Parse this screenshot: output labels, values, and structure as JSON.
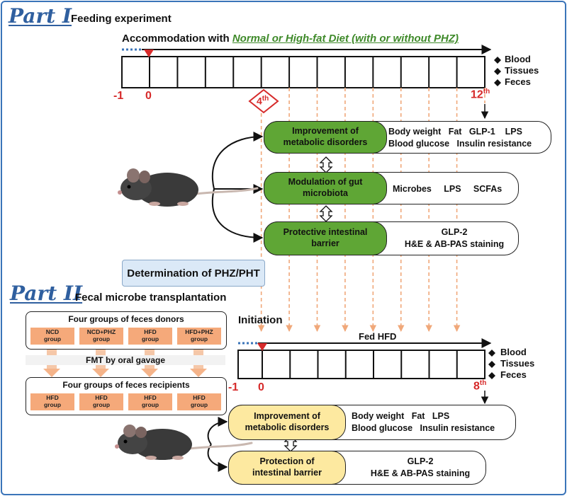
{
  "part1": {
    "label": "Part I",
    "title": "Feeding experiment",
    "accommodation_prefix": "Accommodation with ",
    "accommodation_diet": "Normal or High-fat Diet (with or without PHZ)",
    "tick_minus1": "-1",
    "tick_0": "0",
    "tick_4": "4",
    "tick_4_sup": "th",
    "tick_12": "12",
    "tick_12_sup": "th",
    "samples": [
      "Blood",
      "Tissues",
      "Feces"
    ],
    "rows": [
      {
        "label": "Improvement of\nmetabolic disorders",
        "desc": "Body weight   Fat   GLP-1    LPS\nBlood glucose   Insulin resistance"
      },
      {
        "label": "Modulation of gut\nmicrobiota",
        "desc": "Microbes     LPS     SCFAs"
      },
      {
        "label": "Protective intestinal\nbarrier",
        "desc": "GLP-2\nH&E & AB-PAS staining"
      }
    ],
    "determination": "Determination of PHZ/PHT"
  },
  "part2": {
    "label": "Part II",
    "title": "Fecal microbe transplantation",
    "initiation": "Initiation",
    "fed": "Fed HFD",
    "tick_minus1": "-1",
    "tick_0": "0",
    "tick_8": "8",
    "tick_8_sup": "th",
    "samples": [
      "Blood",
      "Tissues",
      "Feces"
    ],
    "donors_title": "Four groups of feces donors",
    "donor_groups": [
      "NCD\ngroup",
      "NCD+PHZ\ngroup",
      "HFD\ngroup",
      "HFD+PHZ\ngroup"
    ],
    "fmt": "FMT by oral gavage",
    "recipients_title": "Four groups of feces recipients",
    "recipient_groups": [
      "HFD\ngroup",
      "HFD\ngroup",
      "HFD\ngroup",
      "HFD\ngroup"
    ],
    "rows": [
      {
        "label": "Improvement of\nmetabolic disorders",
        "desc": "Body weight   Fat   LPS\nBlood glucose   Insulin resistance"
      },
      {
        "label": "Protection of\nintestinal barrier",
        "desc": "GLP-2\nH&E & AB-PAS staining"
      }
    ]
  },
  "colors": {
    "frame": "#3a74b9",
    "part_title": "#2f5f9f",
    "diet_green": "#3f8a2a",
    "red": "#d62a2a",
    "green_box": "#5fa635",
    "yellow_box": "#fde9a0",
    "orange": "#f5a97a",
    "dashed": "#f0a87a",
    "determination_bg": "#dbe9f7"
  },
  "icons": {
    "mouse": "mouse-illustration",
    "sample_bullet": "diamond-bullet-icon",
    "time_marker": "red-triangle-marker-icon"
  }
}
